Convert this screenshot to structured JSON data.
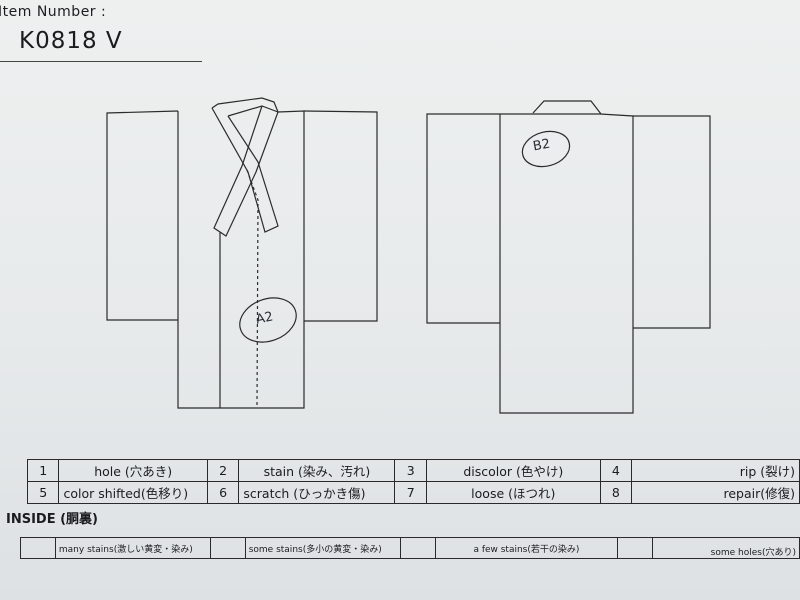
{
  "header": {
    "item_label": "Item Number :",
    "item_number": "K0818   V"
  },
  "annotations": {
    "front_mark": "A2",
    "back_mark": "B2"
  },
  "defects": [
    {
      "num": "1",
      "label": "hole (穴あき)"
    },
    {
      "num": "2",
      "label": "stain (染み、汚れ)"
    },
    {
      "num": "3",
      "label": "discolor (色やけ)"
    },
    {
      "num": "4",
      "label": "rip (裂け)"
    },
    {
      "num": "5",
      "label": "color shifted(色移り)"
    },
    {
      "num": "6",
      "label": "scratch (ひっかき傷)"
    },
    {
      "num": "7",
      "label": "loose (ほつれ)"
    },
    {
      "num": "8",
      "label": "repair(修復)"
    }
  ],
  "inside": {
    "label": "INSIDE (胴裏)",
    "options": [
      "many stains(激しい黄変・染み)",
      "some stains(多小の黄変・染み)",
      "a few stains(若干の染み)",
      "some holes(穴あり)"
    ]
  }
}
